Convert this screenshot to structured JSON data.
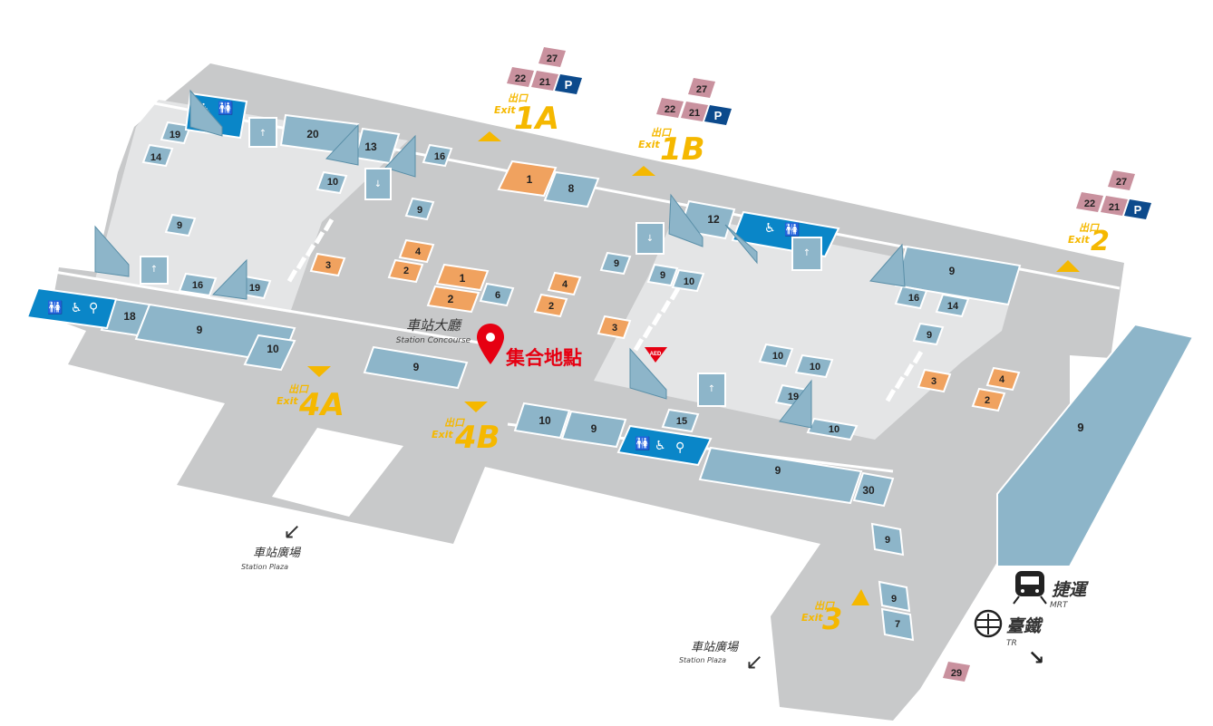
{
  "colors": {
    "floor": "#c8c9ca",
    "platform": "#e4e5e6",
    "shop_blue": "#8db5c9",
    "facility_blue": "#0a86c8",
    "shop_orange": "#f0a25f",
    "pink": "#c9919e",
    "parking": "#0c4a8c",
    "exit_yellow": "#f5b800",
    "pin_red": "#e60012"
  },
  "exits": {
    "e1a": {
      "cn": "出口",
      "en": "Exit",
      "code": "1A"
    },
    "e1b": {
      "cn": "出口",
      "en": "Exit",
      "code": "1B"
    },
    "e2": {
      "cn": "出口",
      "en": "Exit",
      "code": "2"
    },
    "e4a": {
      "cn": "出口",
      "en": "Exit",
      "code": "4A"
    },
    "e4b": {
      "cn": "出口",
      "en": "Exit",
      "code": "4B"
    },
    "e3": {
      "cn": "出口",
      "en": "Exit",
      "code": "3"
    }
  },
  "concourse": {
    "cn": "車站大廳",
    "en": "Station Concourse"
  },
  "meeting_point": {
    "label": "集合地點",
    "icon": "map-pin-icon"
  },
  "plaza_left": {
    "cn": "車站廣場",
    "en": "Station Plaza"
  },
  "plaza_right": {
    "cn": "車站廣場",
    "en": "Station Plaza"
  },
  "mrt": {
    "cn": "捷運",
    "en": "MRT",
    "icon": "metro-train-icon"
  },
  "tr": {
    "cn": "臺鐵",
    "en": "TR",
    "icon": "taiwan-railway-icon"
  },
  "aed": {
    "label": "AED",
    "icon": "aed-heart-icon"
  },
  "parking_label": "P",
  "pink_labels": {
    "a": "27",
    "b": "22",
    "c": "21",
    "d": "29"
  },
  "stores": {
    "s20": "20",
    "s13": "13",
    "s19a": "19",
    "s14a": "14",
    "s16a": "16",
    "s10a": "10",
    "s9a": "9",
    "s1a": "1",
    "s8": "8",
    "s12": "12",
    "s9b": "9",
    "s9c": "9",
    "s9d": "9",
    "s10b": "10",
    "s16b": "16",
    "s14b": "14",
    "s9e": "9",
    "s4a": "4",
    "s2a": "2",
    "s3a": "3",
    "s1b": "1",
    "s2b": "2",
    "s6": "6",
    "s4b": "4",
    "s2c": "2",
    "s3b": "3",
    "s16c": "16",
    "s19b": "19",
    "s18": "18",
    "s9f": "9",
    "s10c": "10",
    "s9g": "9",
    "s10d": "10",
    "s10e": "10",
    "s19c": "19",
    "s10f": "10",
    "s3c": "3",
    "s4c": "4",
    "s2d": "2",
    "s10g": "10",
    "s9h": "9",
    "s15": "15",
    "s9i": "9",
    "s30": "30",
    "s9j": "9",
    "s9k": "9",
    "s7": "7",
    "s9big": "9"
  }
}
